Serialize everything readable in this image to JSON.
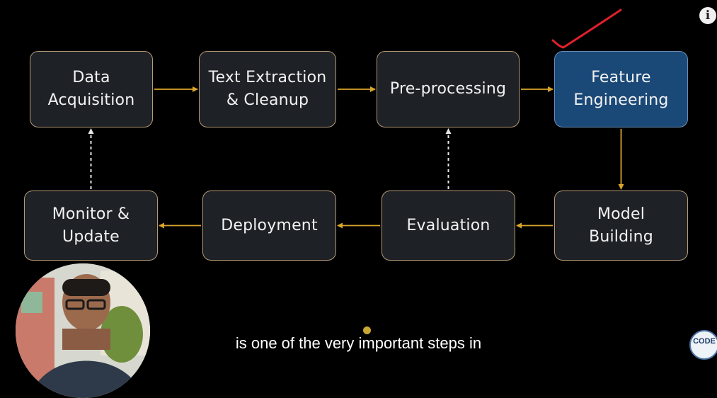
{
  "diagram": {
    "nodes": [
      {
        "id": "data-acquisition",
        "label": "Data\nAcquisition",
        "highlight": false
      },
      {
        "id": "text-extraction",
        "label": "Text Extraction\n& Cleanup",
        "highlight": false
      },
      {
        "id": "pre-processing",
        "label": "Pre-processing",
        "highlight": false
      },
      {
        "id": "feature-engineering",
        "label": "Feature\nEngineering",
        "highlight": true
      },
      {
        "id": "model-building",
        "label": "Model\nBuilding",
        "highlight": false
      },
      {
        "id": "evaluation",
        "label": "Evaluation",
        "highlight": false
      },
      {
        "id": "deployment",
        "label": "Deployment",
        "highlight": false
      },
      {
        "id": "monitor-update",
        "label": "Monitor &\nUpdate",
        "highlight": false
      }
    ],
    "edges": [
      {
        "from": "data-acquisition",
        "to": "text-extraction",
        "style": "solid"
      },
      {
        "from": "text-extraction",
        "to": "pre-processing",
        "style": "solid"
      },
      {
        "from": "pre-processing",
        "to": "feature-engineering",
        "style": "solid"
      },
      {
        "from": "feature-engineering",
        "to": "model-building",
        "style": "solid"
      },
      {
        "from": "model-building",
        "to": "evaluation",
        "style": "solid"
      },
      {
        "from": "evaluation",
        "to": "deployment",
        "style": "solid"
      },
      {
        "from": "deployment",
        "to": "monitor-update",
        "style": "solid"
      },
      {
        "from": "evaluation",
        "to": "pre-processing",
        "style": "dashed"
      },
      {
        "from": "monitor-update",
        "to": "data-acquisition",
        "style": "dashed"
      }
    ],
    "colors": {
      "node_fill": "#1e2126",
      "node_border": "#b69a76",
      "highlight_fill": "#1a4877",
      "arrow": "#d9a52a",
      "dashed_arrow": "#e6e6e6",
      "annotation": "#e0202a"
    }
  },
  "video_overlay": {
    "info_icon": "i",
    "subtitle": "is one of the very important steps in",
    "channel_logo_text": "CODE"
  }
}
